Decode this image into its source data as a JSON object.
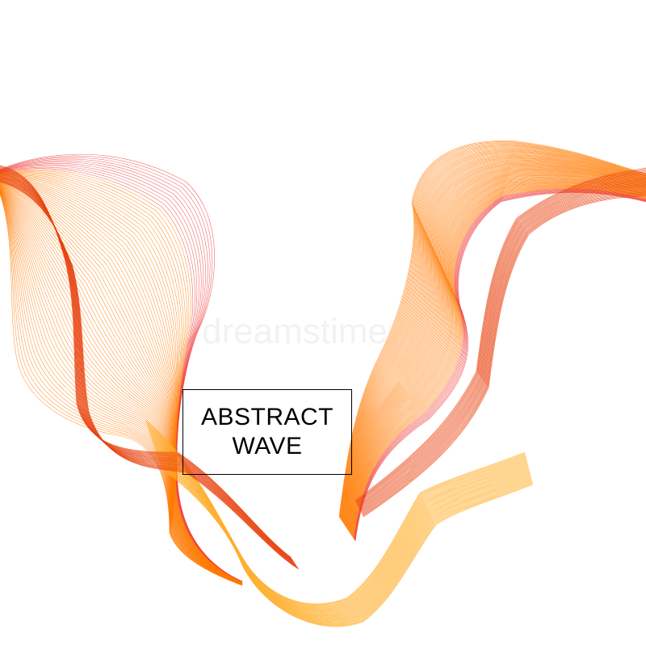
{
  "title": {
    "line1": "ABSTRACT",
    "line2": "WAVE"
  },
  "watermark": {
    "text": "dreamstime"
  },
  "colors": {
    "background": "#ffffff",
    "wave_primary": "#ff7a00",
    "wave_dark": "#e8400c",
    "wave_light": "#ffb030",
    "wave_edge": "#f03a3a",
    "box_border": "#000000",
    "text": "#000000"
  }
}
